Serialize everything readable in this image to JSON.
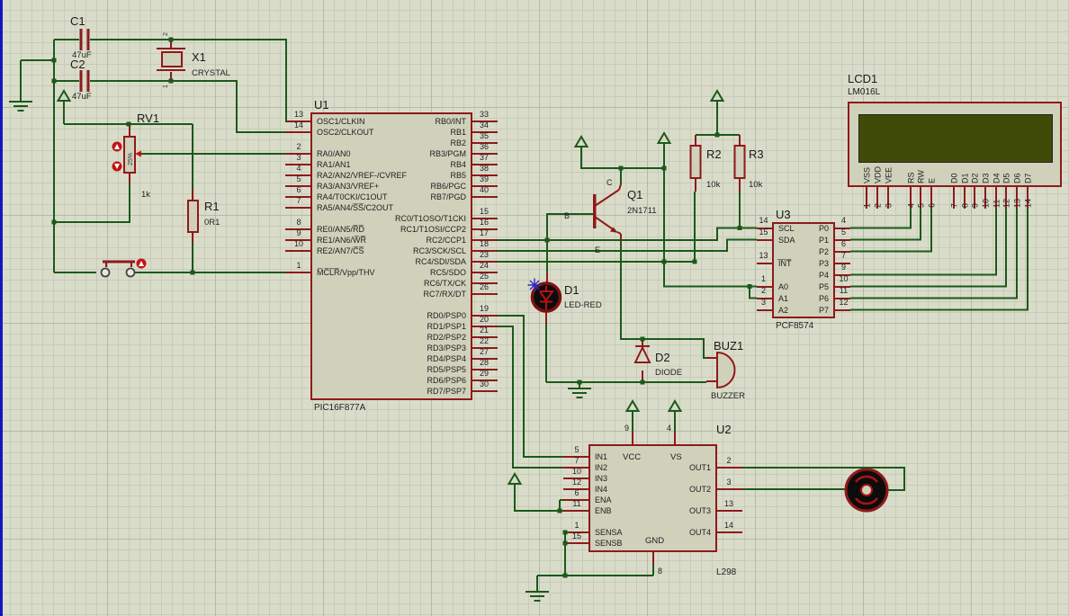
{
  "colors": {
    "wire": "#1a5a1a",
    "pin": "#8e1a1a",
    "body": "#d0d1bb",
    "bg": "#dadcca",
    "grid_minor": "#c9cbba",
    "grid_major": "#b7b9a8",
    "screen": "#414b08",
    "led_red": "#b51212",
    "marker_blue": "#2a2ac0",
    "control_red": "#c01414"
  },
  "components": {
    "u1": {
      "ref": "U1",
      "part": "PIC16F877A",
      "left_pins": [
        {
          "num": "13",
          "name": "OSC1/CLKIN"
        },
        {
          "num": "14",
          "name": "OSC2/CLKOUT"
        },
        {
          "num": "",
          "name": ""
        },
        {
          "num": "2",
          "name": "RA0/AN0"
        },
        {
          "num": "3",
          "name": "RA1/AN1"
        },
        {
          "num": "4",
          "name": "RA2/AN2/VREF-/CVREF"
        },
        {
          "num": "5",
          "name": "RA3/AN3/VREF+"
        },
        {
          "num": "6",
          "name": "RA4/T0CKI/C1OUT"
        },
        {
          "num": "7",
          "name": "RA5/AN4/S̅S̅/C2OUT"
        },
        {
          "num": "",
          "name": ""
        },
        {
          "num": "8",
          "name": "RE0/AN5/R̅D̅"
        },
        {
          "num": "9",
          "name": "RE1/AN6/W̅R̅"
        },
        {
          "num": "10",
          "name": "RE2/AN7/C̅S̅"
        },
        {
          "num": "",
          "name": ""
        },
        {
          "num": "1",
          "name": "M̅C̅L̅R̅/Vpp/THV"
        }
      ],
      "right_pins": [
        {
          "num": "33",
          "name": "RB0/INT"
        },
        {
          "num": "34",
          "name": "RB1"
        },
        {
          "num": "35",
          "name": "RB2"
        },
        {
          "num": "36",
          "name": "RB3/PGM"
        },
        {
          "num": "37",
          "name": "RB4"
        },
        {
          "num": "38",
          "name": "RB5"
        },
        {
          "num": "39",
          "name": "RB6/PGC"
        },
        {
          "num": "40",
          "name": "RB7/PGD"
        },
        {
          "num": "",
          "name": ""
        },
        {
          "num": "15",
          "name": "RC0/T1OSO/T1CKI"
        },
        {
          "num": "16",
          "name": "RC1/T1OSI/CCP2"
        },
        {
          "num": "17",
          "name": "RC2/CCP1"
        },
        {
          "num": "18",
          "name": "RC3/SCK/SCL"
        },
        {
          "num": "23",
          "name": "RC4/SDI/SDA"
        },
        {
          "num": "24",
          "name": "RC5/SDO"
        },
        {
          "num": "25",
          "name": "RC6/TX/CK"
        },
        {
          "num": "26",
          "name": "RC7/RX/DT"
        },
        {
          "num": "",
          "name": ""
        },
        {
          "num": "19",
          "name": "RD0/PSP0"
        },
        {
          "num": "20",
          "name": "RD1/PSP1"
        },
        {
          "num": "21",
          "name": "RD2/PSP2"
        },
        {
          "num": "22",
          "name": "RD3/PSP3"
        },
        {
          "num": "27",
          "name": "RD4/PSP4"
        },
        {
          "num": "28",
          "name": "RD5/PSP5"
        },
        {
          "num": "29",
          "name": "RD6/PSP6"
        },
        {
          "num": "30",
          "name": "RD7/PSP7"
        }
      ]
    },
    "u3": {
      "ref": "U3",
      "part": "PCF8574",
      "left_pins": [
        {
          "num": "14",
          "name": "SCL"
        },
        {
          "num": "15",
          "name": "SDA"
        },
        {
          "num": "",
          "name": ""
        },
        {
          "num": "13",
          "name": "I̅N̅T̅"
        },
        {
          "num": "",
          "name": ""
        },
        {
          "num": "1",
          "name": "A0"
        },
        {
          "num": "2",
          "name": "A1"
        },
        {
          "num": "3",
          "name": "A2"
        }
      ],
      "right_pins": [
        {
          "num": "4",
          "name": "P0"
        },
        {
          "num": "5",
          "name": "P1"
        },
        {
          "num": "6",
          "name": "P2"
        },
        {
          "num": "7",
          "name": "P3"
        },
        {
          "num": "9",
          "name": "P4"
        },
        {
          "num": "10",
          "name": "P5"
        },
        {
          "num": "11",
          "name": "P6"
        },
        {
          "num": "12",
          "name": "P7"
        }
      ]
    },
    "u2": {
      "ref": "U2",
      "part": "L298",
      "left_pins": [
        {
          "num": "5",
          "name": "IN1"
        },
        {
          "num": "7",
          "name": "IN2"
        },
        {
          "num": "10",
          "name": "IN3"
        },
        {
          "num": "12",
          "name": "IN4"
        },
        {
          "num": "6",
          "name": "ENA"
        },
        {
          "num": "11",
          "name": "ENB"
        },
        {
          "num": "",
          "name": ""
        },
        {
          "num": "1",
          "name": "SENSA"
        },
        {
          "num": "15",
          "name": "SENSB"
        }
      ],
      "right_pins": [
        {
          "num": "",
          "name": ""
        },
        {
          "num": "2",
          "name": "OUT1"
        },
        {
          "num": "",
          "name": ""
        },
        {
          "num": "3",
          "name": "OUT2"
        },
        {
          "num": "",
          "name": ""
        },
        {
          "num": "13",
          "name": "OUT3"
        },
        {
          "num": "",
          "name": ""
        },
        {
          "num": "14",
          "name": "OUT4"
        },
        {
          "num": "",
          "name": ""
        }
      ],
      "top_pins": [
        {
          "num": "9",
          "name": "VCC"
        },
        {
          "num": "4",
          "name": "VS"
        }
      ],
      "bottom_pins": [
        {
          "num": "8",
          "name": "GND"
        }
      ]
    },
    "lcd1": {
      "ref": "LCD1",
      "part": "LM016L",
      "pins": [
        {
          "num": "1",
          "name": "VSS"
        },
        {
          "num": "2",
          "name": "VDD"
        },
        {
          "num": "3",
          "name": "VEE"
        },
        {
          "num": "4",
          "name": "RS"
        },
        {
          "num": "5",
          "name": "RW"
        },
        {
          "num": "6",
          "name": "E"
        },
        {
          "num": "7",
          "name": "D0"
        },
        {
          "num": "8",
          "name": "D1"
        },
        {
          "num": "9",
          "name": "D2"
        },
        {
          "num": "10",
          "name": "D3"
        },
        {
          "num": "11",
          "name": "D4"
        },
        {
          "num": "12",
          "name": "D5"
        },
        {
          "num": "13",
          "name": "D6"
        },
        {
          "num": "14",
          "name": "D7"
        }
      ]
    },
    "c1": {
      "ref": "C1",
      "value": "47uF"
    },
    "c2": {
      "ref": "C2",
      "value": "47uF"
    },
    "x1": {
      "ref": "X1",
      "value": "CRYSTAL",
      "pin_numbers": [
        "2",
        "1"
      ]
    },
    "rv1": {
      "ref": "RV1",
      "value": "1k",
      "wiper_percent": "25%"
    },
    "r1": {
      "ref": "R1",
      "value": "0R1"
    },
    "r2": {
      "ref": "R2",
      "value": "10k"
    },
    "r3": {
      "ref": "R3",
      "value": "10k"
    },
    "q1": {
      "ref": "Q1",
      "value": "2N1711",
      "terminal_b": "B",
      "terminal_c": "C",
      "terminal_e": "E"
    },
    "d1": {
      "ref": "D1",
      "value": "LED-RED"
    },
    "d2": {
      "ref": "D2",
      "value": "DIODE"
    },
    "buz1": {
      "ref": "BUZ1",
      "value": "BUZZER"
    }
  }
}
